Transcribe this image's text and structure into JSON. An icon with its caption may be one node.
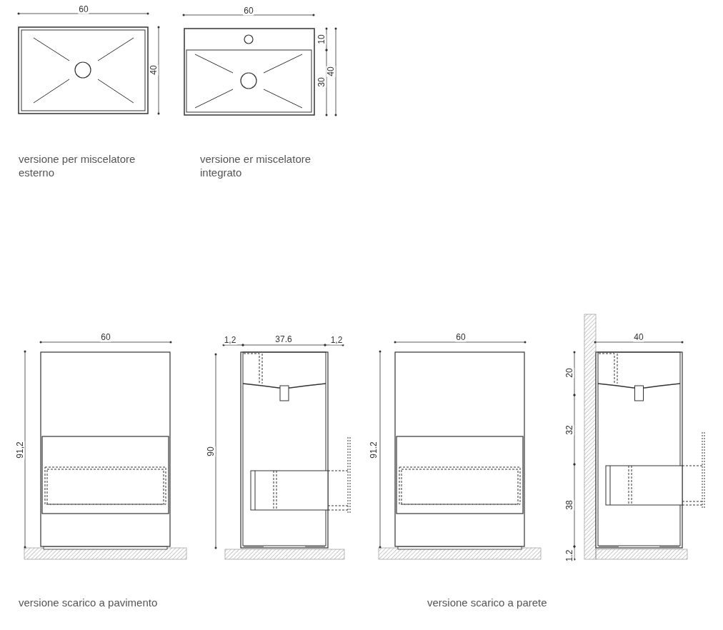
{
  "diagram": {
    "labels": [
      "60",
      "40",
      "60",
      "10",
      "30",
      "40",
      "versione per miscelatore esterno",
      "versione er miscelatore integrato",
      "60",
      "91,2",
      "1,2",
      "37.6",
      "1,2",
      "90",
      "60",
      "91.2",
      "40",
      "20",
      "32",
      "38",
      "1.2",
      "versione scarico a pavimento",
      "versione scarico a parete"
    ]
  }
}
